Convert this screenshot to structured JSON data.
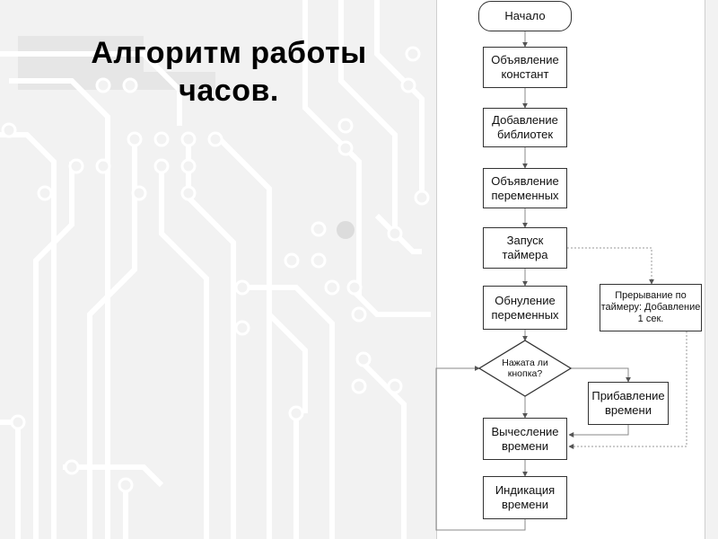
{
  "slide": {
    "title_line1": "Алгоритм работы",
    "title_line2": "часов."
  },
  "flowchart": {
    "start": "Начало",
    "step_constants": "Объявление констант",
    "step_libraries": "Добавление библиотек",
    "step_variables": "Объявление переменных",
    "step_timer_start": "Запуск таймера",
    "step_reset_vars": "Обнуление переменных",
    "decision_button": "Нажата ли кнопка?",
    "step_add_time": "Прибавление времени",
    "step_calc_time": "Вычесление времени",
    "step_display_time": "Индикация времени",
    "interrupt_timer": "Прерывание по таймеру: Добавление 1 сек."
  }
}
